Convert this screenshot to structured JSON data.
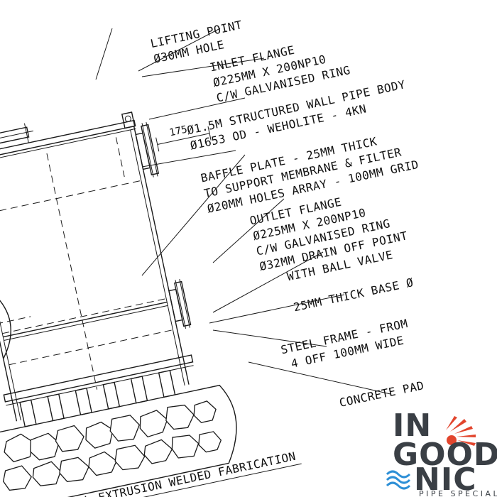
{
  "labels": {
    "lifting_point": "LIFTING POINT",
    "lifting_hole": "Ø30MM HOLE",
    "inlet_flange": "INLET FLANGE",
    "inlet_size": "Ø225MM X 200NP10",
    "inlet_ring": "C/W GALVANISED RING",
    "body": "Ø1.5M STRUCTURED WALL PIPE BODY",
    "body_od": "Ø1653 OD - WEHOLITE - 4KN",
    "dimension": "175",
    "baffle": "BAFFLE PLATE - 25MM THICK",
    "baffle_support": "TO SUPPORT MEMBRANE & FILTER",
    "baffle_holes": "Ø20MM HOLES ARRAY - 100MM GRID",
    "outlet_flange": "OUTLET FLANGE",
    "outlet_size": "Ø225MM X 200NP10",
    "outlet_ring": "C/W GALVANISED RING",
    "drain": "Ø32MM DRAIN OFF POINT",
    "drain_valve": "WITH BALL VALVE",
    "base": "25MM THICK BASE Ø",
    "steel_frame": "STEEL FRAME - FROM",
    "steel_frame_detail": "4 OFF 100MM WIDE",
    "concrete": "CONCRETE PAD",
    "fabrication": "ALL EXTRUSION WELDED FABRICATION"
  },
  "logo": {
    "line1": "IN",
    "line2": "GOOD",
    "line3": "NIC",
    "tagline": "PIPE SPECIALIST",
    "colors": {
      "text": "#3a3f45",
      "red": "#e2452d",
      "blue": "#2d8fd6"
    }
  }
}
